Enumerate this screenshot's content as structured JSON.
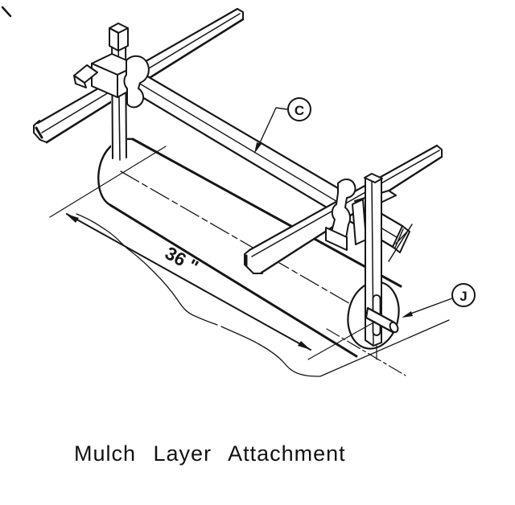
{
  "figure": {
    "caption": "Mulch Layer Attachment",
    "callout_c": "C",
    "callout_j": "J",
    "dimension_label": "36 \"",
    "ink_color": "#161616",
    "paper_color": "#ffffff",
    "parts": {
      "callout_c_points_to": "long angle bar",
      "callout_j_points_to": "axle pin",
      "dimension_measures": "roller drum width"
    }
  }
}
